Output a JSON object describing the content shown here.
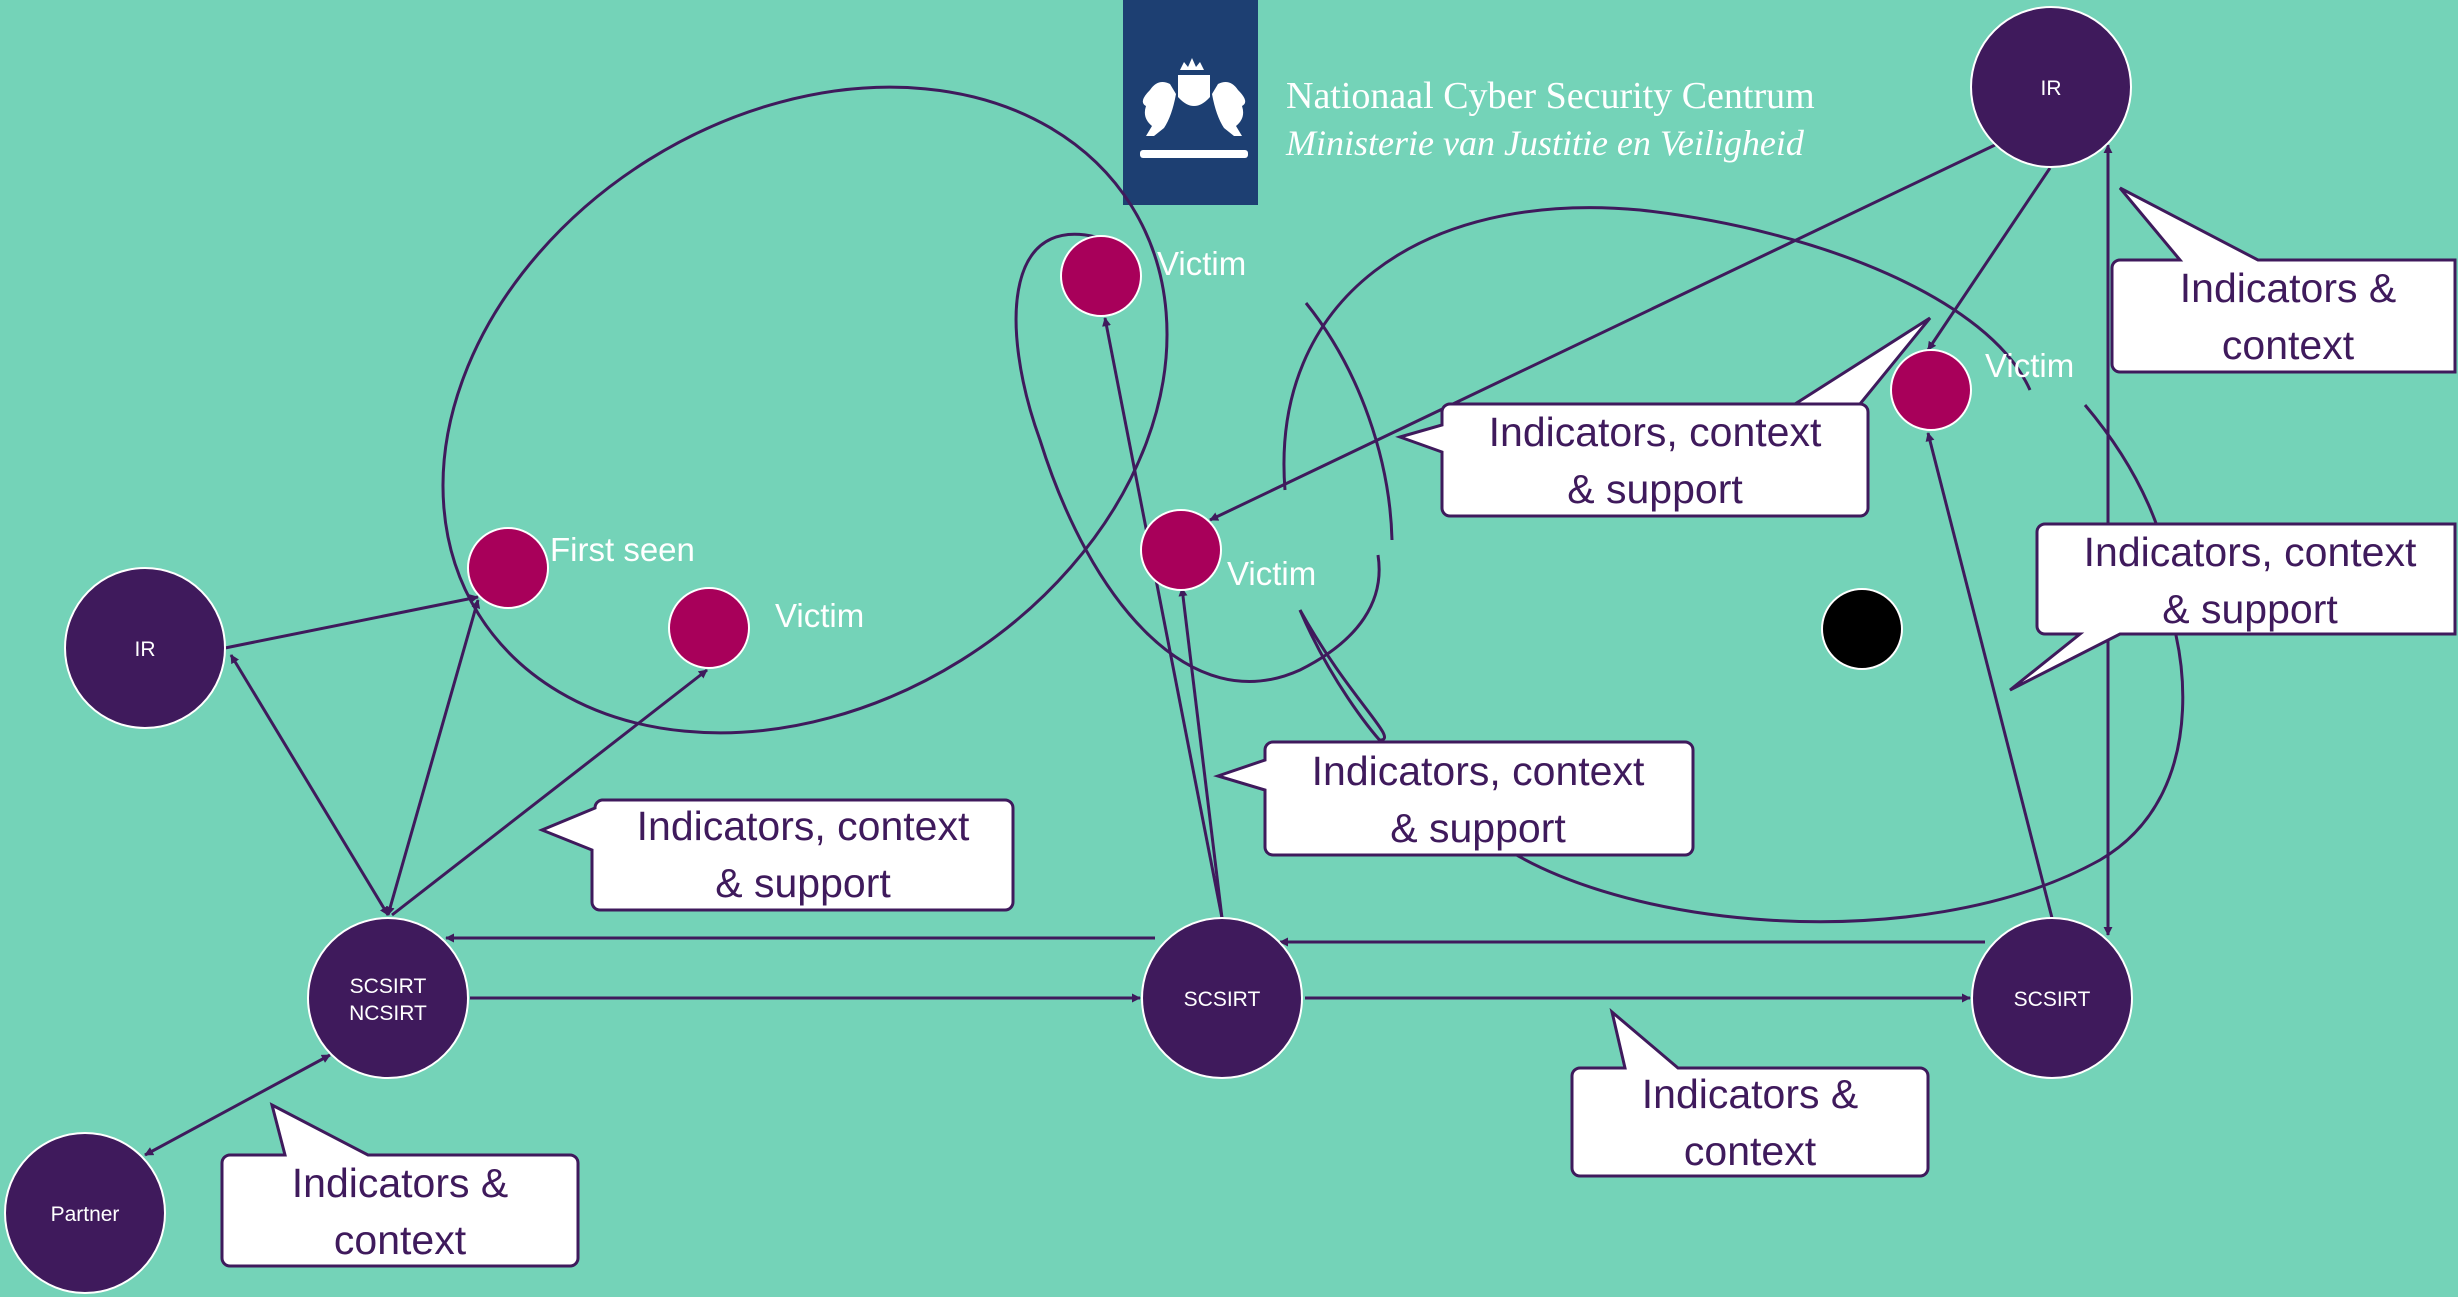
{
  "branding": {
    "organization": "Nationaal Cyber Security Centrum",
    "ministry": "Ministerie van Justitie en Veiligheid",
    "logo_icon": "dutch-coat-of-arms-icon"
  },
  "colors": {
    "background": "#74d3b8",
    "node": "#3f1a5c",
    "victim": "#a8005a",
    "line": "#3f1a5c",
    "logo_panel": "#1d3f72",
    "callout_fill": "#ffffff"
  },
  "nodes": {
    "ir_left": "IR",
    "ir_top_right": "IR",
    "scsirt_ncsirt_line1": "SCSIRT",
    "scsirt_ncsirt_line2": "NCSIRT",
    "scsirt_center": "SCSIRT",
    "scsirt_right": "SCSIRT",
    "partner": "Partner"
  },
  "victims": {
    "first_seen": "First seen",
    "victim_left": "Victim",
    "victim_top": "Victim",
    "victim_middle": "Victim",
    "victim_right": "Victim"
  },
  "callouts": {
    "left_line1": "Indicators, context",
    "left_line2": "& support",
    "top_middle_line1": "Indicators, context",
    "top_middle_line2": "& support",
    "center_line1": "Indicators, context",
    "center_line2": "& support",
    "right_line1": "Indicators, context",
    "right_line2": "& support",
    "top_right_line1": "Indicators &",
    "top_right_line2": "context",
    "bottom_middle_line1": "Indicators &",
    "bottom_middle_line2": "context",
    "bottom_left_line1": "Indicators &",
    "bottom_left_line2": "context"
  }
}
